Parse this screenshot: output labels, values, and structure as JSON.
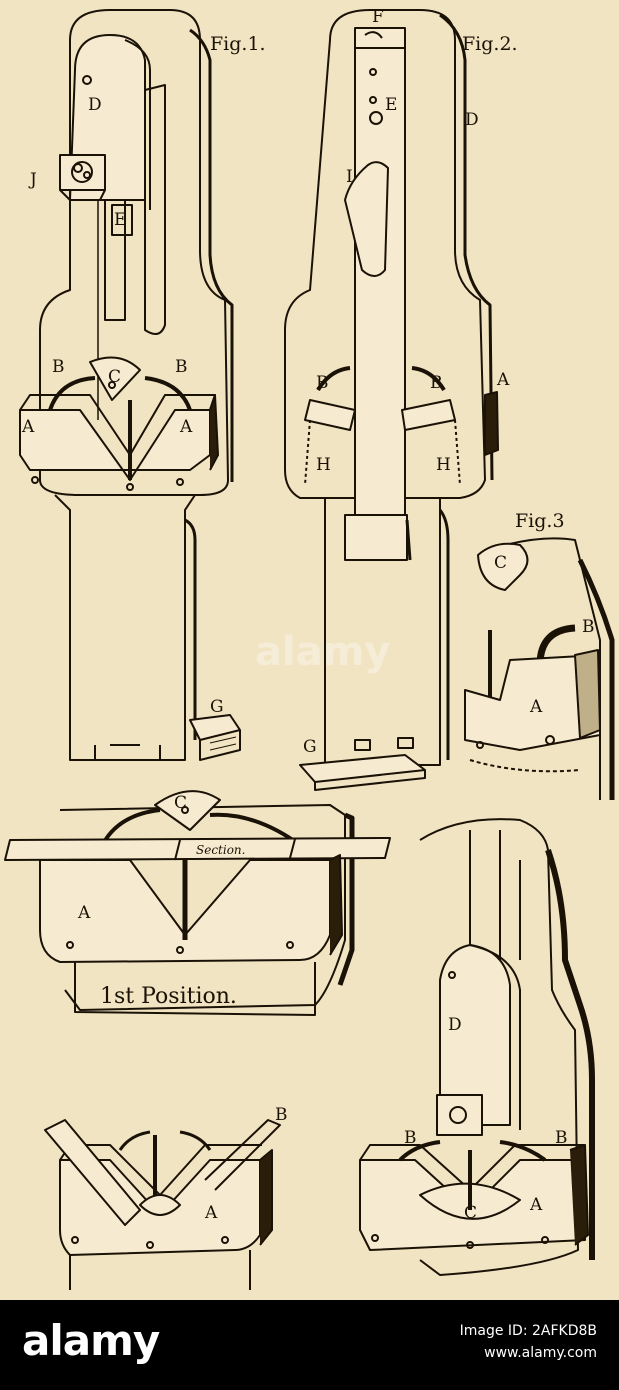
{
  "plate": {
    "fig1": {
      "title": "Fig.1.",
      "parts": [
        "D",
        "J",
        "E",
        "B",
        "B",
        "C",
        "A",
        "A",
        "G"
      ]
    },
    "fig2": {
      "title": "Fig.2.",
      "parts": [
        "F",
        "D",
        "E",
        "I",
        "B",
        "B",
        "A",
        "H",
        "H",
        "G"
      ]
    },
    "fig3": {
      "title": "Fig.3",
      "parts": [
        "C",
        "B",
        "A"
      ]
    },
    "position1": {
      "caption": "1st Position.",
      "parts": [
        "C",
        "A"
      ],
      "section_label": "Section."
    },
    "bottom_left": {
      "parts": [
        "B",
        "A"
      ]
    },
    "bottom_right": {
      "parts": [
        "D",
        "B",
        "B",
        "C",
        "A"
      ]
    }
  },
  "watermark": {
    "text": "alamy"
  },
  "footer": {
    "brand": "alamy",
    "image_id_line": "Image ID: 2AFKD8B",
    "url": "www.alamy.com"
  }
}
